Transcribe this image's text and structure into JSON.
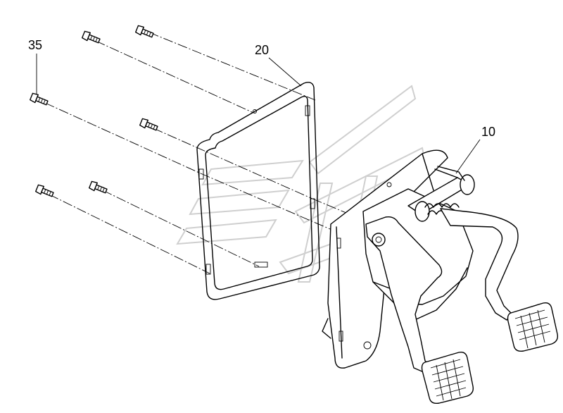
{
  "diagram": {
    "callouts": [
      {
        "id": "part-35",
        "label": "35"
      },
      {
        "id": "part-20",
        "label": "20"
      },
      {
        "id": "part-10",
        "label": "10"
      }
    ]
  }
}
